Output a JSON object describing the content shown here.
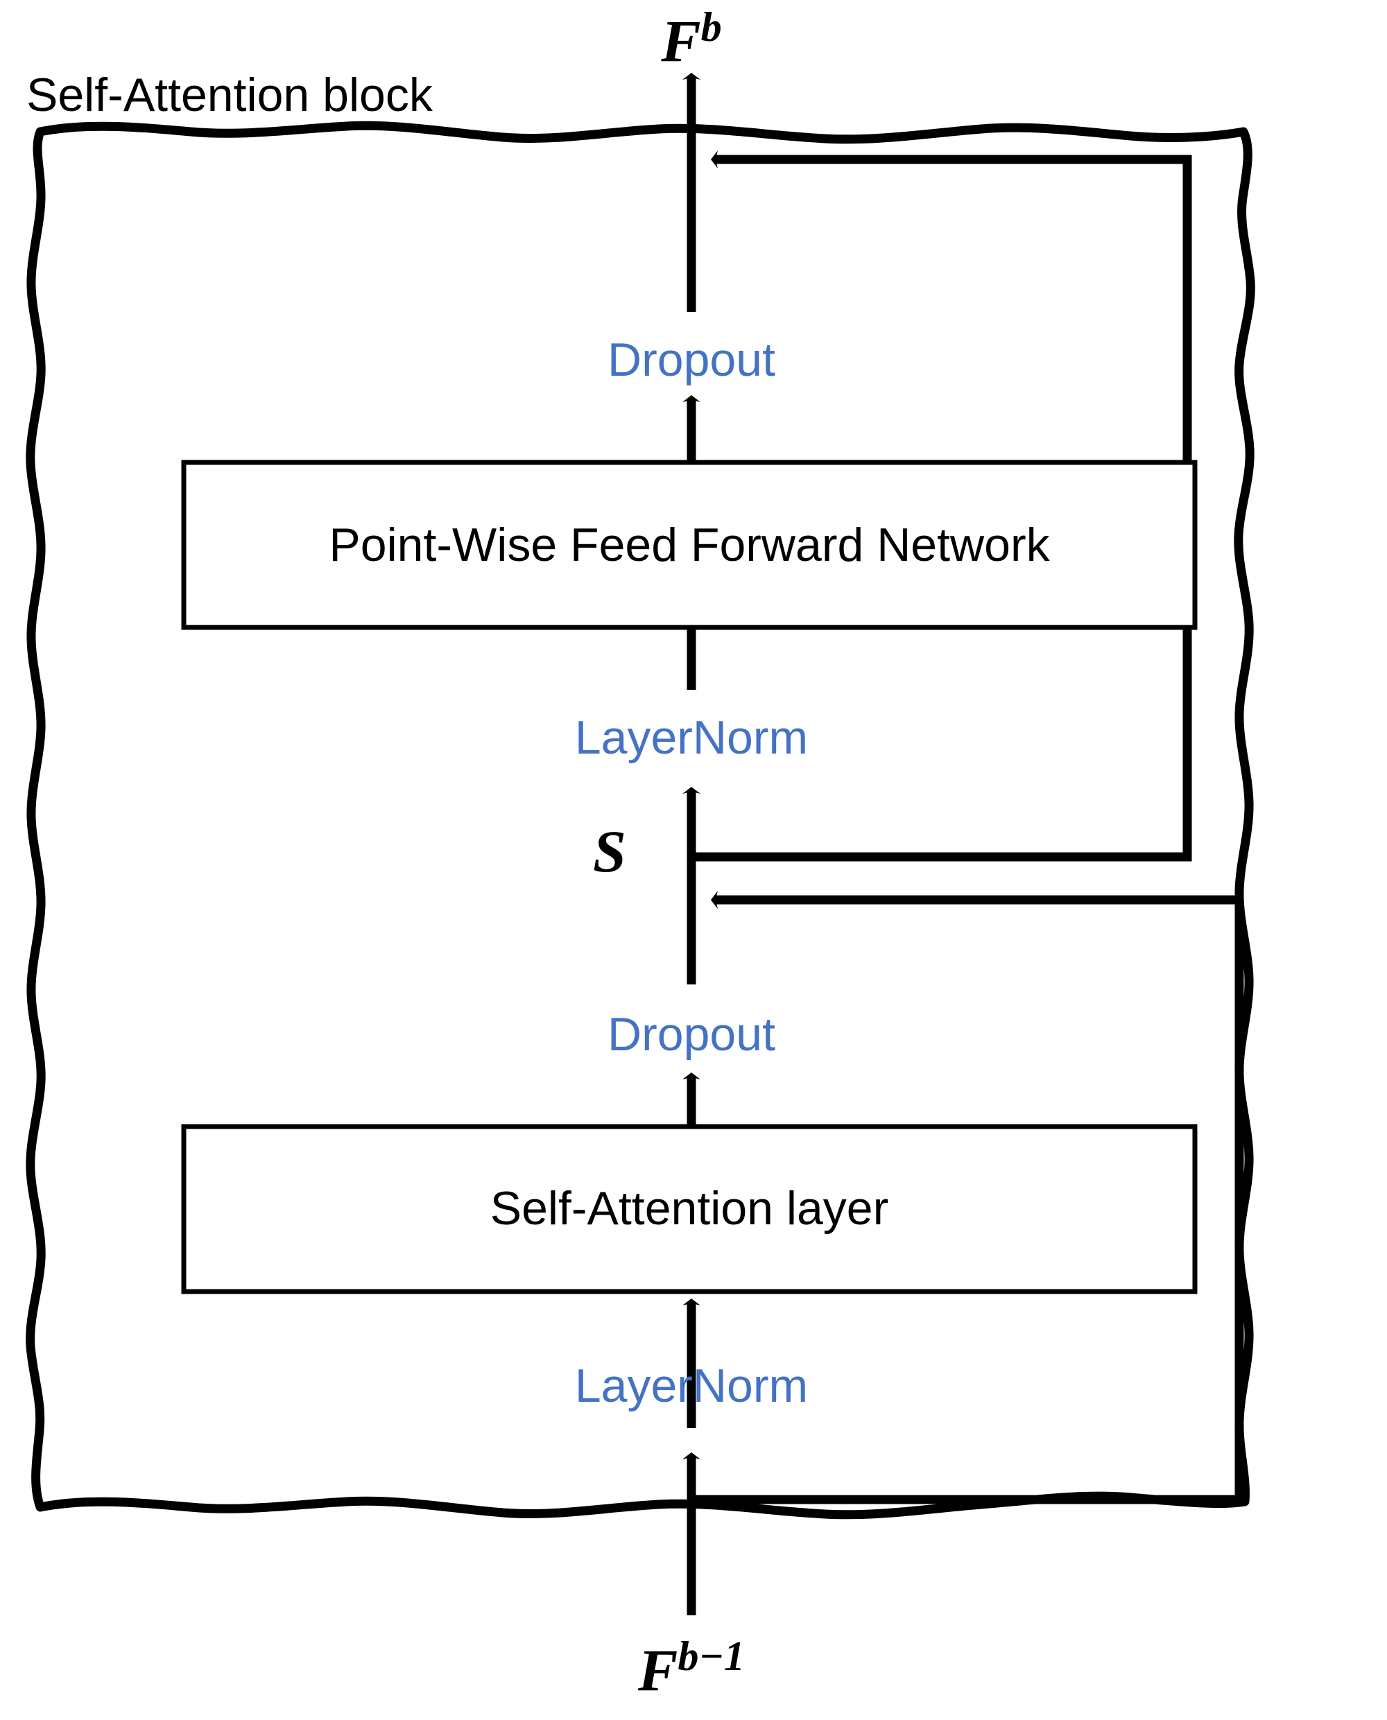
{
  "diagram": {
    "title": "Self-Attention block",
    "type": "flow-diagram",
    "colors": {
      "stroke": "#000000",
      "text": "#000000",
      "accent_blue": "#4472C4",
      "background": "#ffffff"
    },
    "io": {
      "output_label_base": "F",
      "output_label_sup": "b",
      "input_label_base": "F",
      "input_label_sup": "b−1",
      "intermediate_label": "S"
    },
    "nodes": [
      {
        "id": "layernorm-bottom",
        "label": "LayerNorm",
        "style": "plain-blue"
      },
      {
        "id": "self-attention-layer",
        "label": "Self-Attention layer",
        "style": "boxed"
      },
      {
        "id": "dropout-bottom",
        "label": "Dropout",
        "style": "plain-blue"
      },
      {
        "id": "layernorm-top",
        "label": "LayerNorm",
        "style": "plain-blue"
      },
      {
        "id": "pwffn",
        "label": "Point-Wise Feed Forward Network",
        "style": "boxed"
      },
      {
        "id": "dropout-top",
        "label": "Dropout",
        "style": "plain-blue"
      }
    ],
    "residual_connections": [
      {
        "id": "residual-inner",
        "from": "input",
        "to": "S"
      },
      {
        "id": "residual-outer",
        "from": "S",
        "to": "output"
      }
    ]
  }
}
